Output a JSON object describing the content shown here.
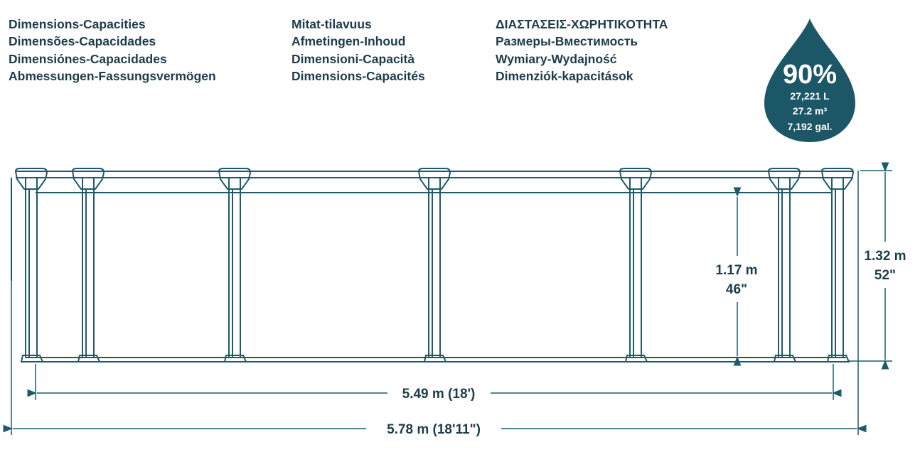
{
  "headings": {
    "col1": [
      "Dimensions-Capacities",
      "Dimensões-Capacidades",
      "Dimensiónes-Capacidades",
      "Abmessungen-Fassungsvermögen"
    ],
    "col2": [
      "Mitat-tilavuus",
      "Afmetingen-Inhoud",
      "Dimensioni-Capacità",
      "Dimensions-Capacités"
    ],
    "col3": [
      "ΔΙΑΣΤΑΣΕΙΣ-ΧΩΡΗΤΙΚΟΤΗΤΑ",
      "Размеры-Вместимость",
      "Wymiary-Wydajność",
      "Dimenziók-kapacitások"
    ]
  },
  "capacity": {
    "fill_percent": "90%",
    "liters": "27,221 L",
    "cubic_m": "27.2 m³",
    "gallons": "7,192 gal."
  },
  "dimensions": {
    "inner_length": "5.49 m (18')",
    "outer_length": "5.78 m (18'11\")",
    "water_height_m": "1.17 m",
    "water_height_in": "46\"",
    "total_height_m": "1.32 m",
    "total_height_in": "52\""
  },
  "colors": {
    "line": "#1f5a6b",
    "drop": "#1b5767",
    "text": "#1d3d4a"
  }
}
